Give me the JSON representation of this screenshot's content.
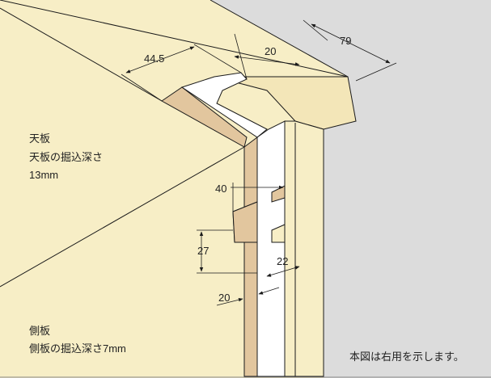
{
  "top_panel": {
    "name": "天板",
    "groove_depth_label": "天板の掘込深さ",
    "groove_depth_value": "13mm"
  },
  "side_panel": {
    "name": "側板",
    "groove_depth_label": "側板の掘込深さ7mm"
  },
  "dimensions": {
    "d445": "44.5",
    "d20_top": "20",
    "d79": "79",
    "d40": "40",
    "d27": "27",
    "d22": "22",
    "d20_bottom": "20"
  },
  "note": "本図は右用を示します。",
  "colors": {
    "panel": "#f7eec6",
    "panel_light": "#fbf5d9",
    "cut_edge": "#e2c69e",
    "groove_white": "#ffffff",
    "background": "#dcdcdc",
    "line": "#1a1a1a"
  }
}
